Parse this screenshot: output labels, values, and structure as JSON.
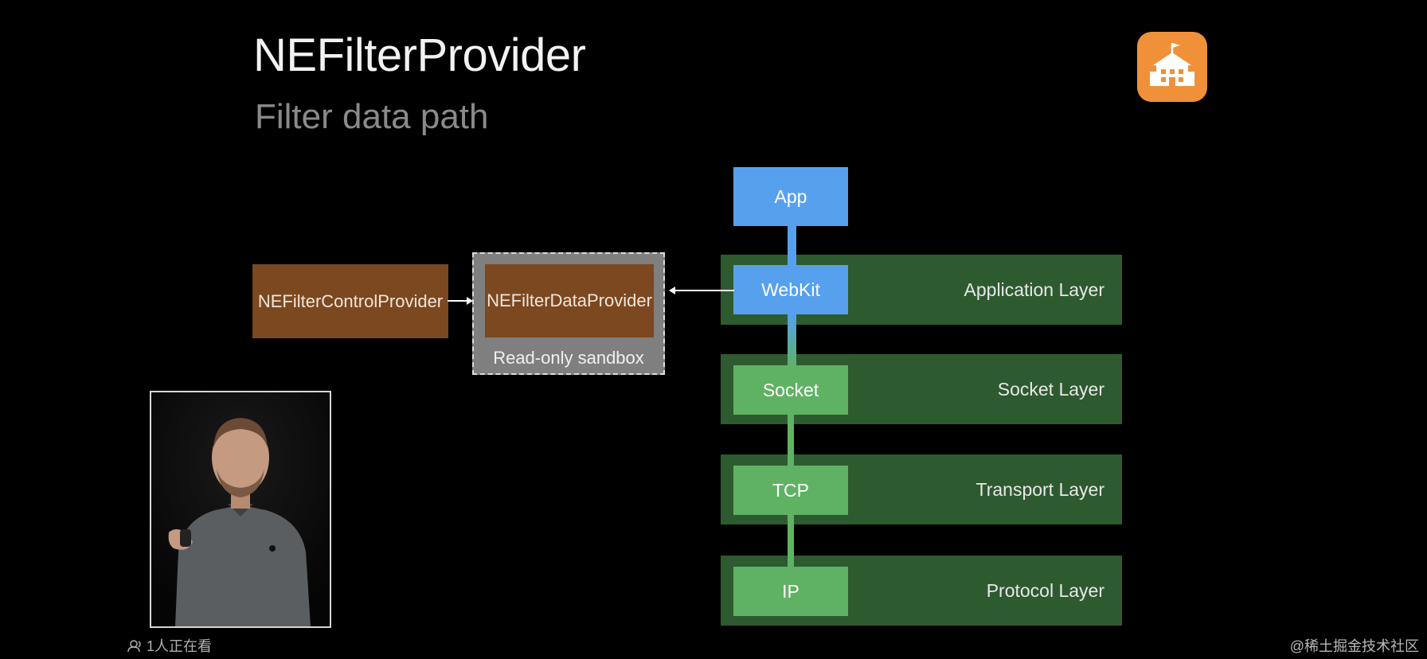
{
  "slide": {
    "title": "NEFilterProvider",
    "subtitle": "Filter data path"
  },
  "diagram": {
    "layers": [
      {
        "label": "Application Layer"
      },
      {
        "label": "Socket Layer"
      },
      {
        "label": "Transport Layer"
      },
      {
        "label": "Protocol Layer"
      }
    ],
    "nodes": {
      "app": "App",
      "webkit": "WebKit",
      "socket": "Socket",
      "tcp": "TCP",
      "ip": "IP"
    },
    "control_provider": "NEFilterControlProvider",
    "data_provider": "NEFilterDataProvider",
    "sandbox_label": "Read-only sandbox"
  },
  "overlay": {
    "viewers": "1人正在看",
    "watermark": "@稀土掘金技术社区"
  },
  "colors": {
    "app_layer_blue": "#56a0ee",
    "stack_green": "#5fb263",
    "layer_band": "#2e5a30",
    "provider_brown": "#7b4820",
    "icon_orange": "#f0913a"
  },
  "icons": [
    "school-icon",
    "speaker-video",
    "viewers-icon"
  ]
}
